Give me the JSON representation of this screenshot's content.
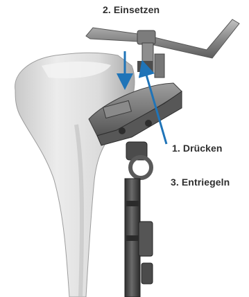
{
  "labels": {
    "step2": "2. Einsetzen",
    "step1": "1. Drücken",
    "step3": "3. Entriegeln"
  },
  "colors": {
    "arrow": "#1f74b8",
    "bone_light": "#e9e9e9",
    "bone_shadow": "#b7b7b7",
    "instrument_dark": "#3a3a3a",
    "instrument_mid": "#6d6d6d",
    "instrument_light": "#a9a9a9",
    "text": "#2e2e2e"
  }
}
